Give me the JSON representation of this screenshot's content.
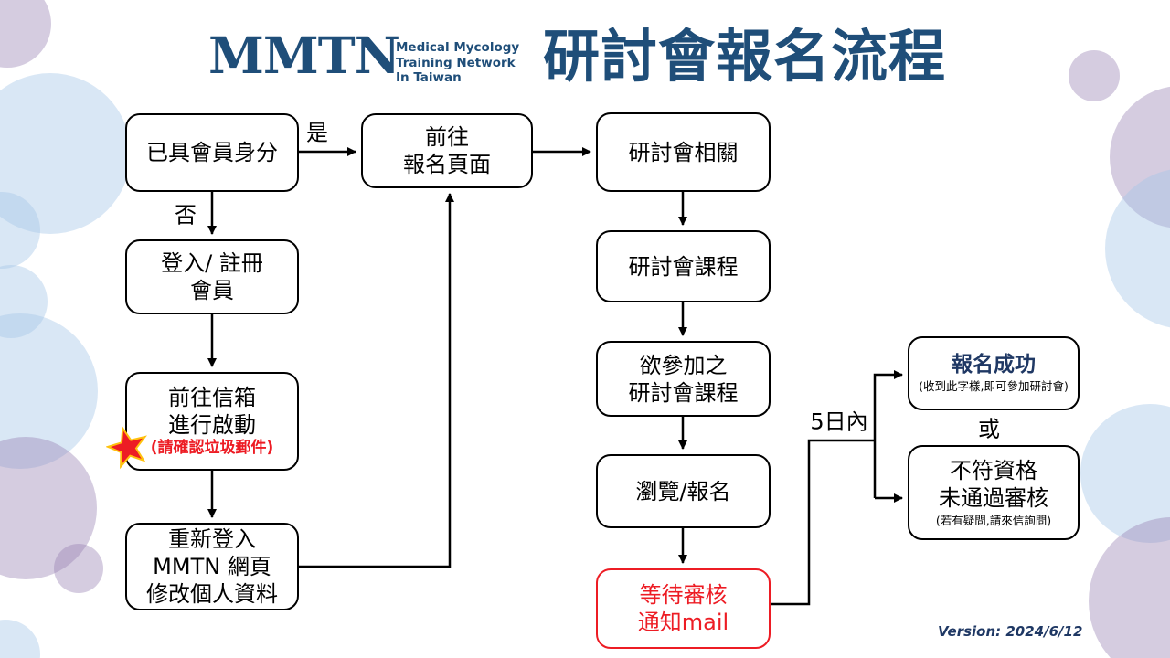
{
  "header": {
    "logo": {
      "acronym": "MMTN",
      "subtitle_lines": [
        "Medical Mycology",
        "Training Network",
        "In Taiwan"
      ]
    },
    "title": "研討會報名流程"
  },
  "nodes": {
    "member_check": {
      "lines": [
        "已具會員身分"
      ]
    },
    "login_register": {
      "lines": [
        "登入/ 註冊",
        "會員"
      ]
    },
    "activate_mailbox": {
      "lines": [
        "前往信箱",
        "進行啟動"
      ],
      "warning": "(請確認垃圾郵件)"
    },
    "relogin_edit_profile": {
      "lines": [
        "重新登入",
        "MMTN 網頁",
        "修改個人資料"
      ]
    },
    "goto_registration_page": {
      "lines": [
        "前往",
        "報名頁面"
      ]
    },
    "seminar_related": {
      "lines": [
        "研討會相關"
      ]
    },
    "seminar_courses": {
      "lines": [
        "研討會課程"
      ]
    },
    "desired_seminar_courses": {
      "lines": [
        "欲參加之",
        "研討會課程"
      ]
    },
    "browse_register": {
      "lines": [
        "瀏覽/報名"
      ]
    },
    "wait_review_mail": {
      "lines": [
        "等待審核",
        "通知mail"
      ]
    },
    "registration_success": {
      "title": "報名成功",
      "note": "(收到此字樣,即可參加研討會)"
    },
    "not_qualified": {
      "lines": [
        "不符資格",
        "未通過審核"
      ],
      "note": "(若有疑問,請來信詢問)"
    }
  },
  "edge_labels": {
    "yes": "是",
    "no": "否",
    "within_days": "5日內",
    "or": "或"
  },
  "footer": {
    "version": "Version: 2024/6/12"
  },
  "colors": {
    "navy": "#1F4E79",
    "dark_navy": "#1F3864",
    "red": "#ED1C24",
    "star_outline": "#FFC20E",
    "bg_blue_circle": "#A4C6E7",
    "bg_purple_circle": "#9780B1"
  }
}
